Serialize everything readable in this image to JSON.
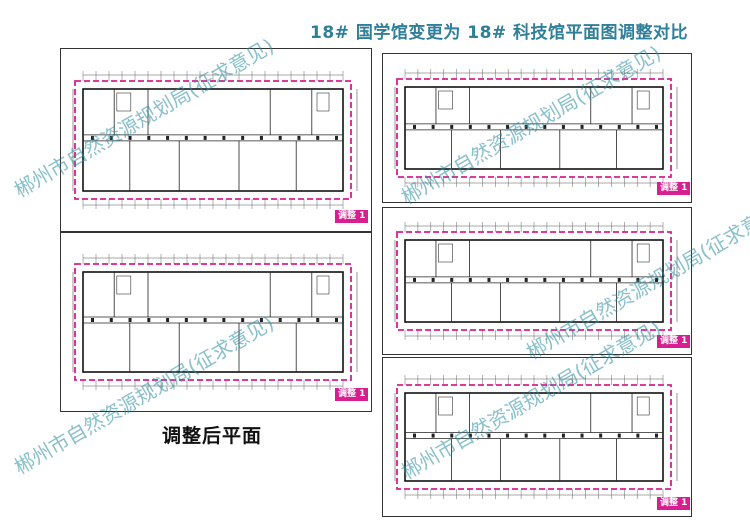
{
  "title": "18# 国学馆变更为 18# 科技馆平面图调整对比",
  "caption": "调整后平面",
  "adjust_label": "调整 1",
  "watermark": "郴州市自然资源规划局(征求意见)",
  "colors": {
    "title": "#2f7f9a",
    "highlight": "#d81f8f",
    "watermark": "#288ca0"
  }
}
